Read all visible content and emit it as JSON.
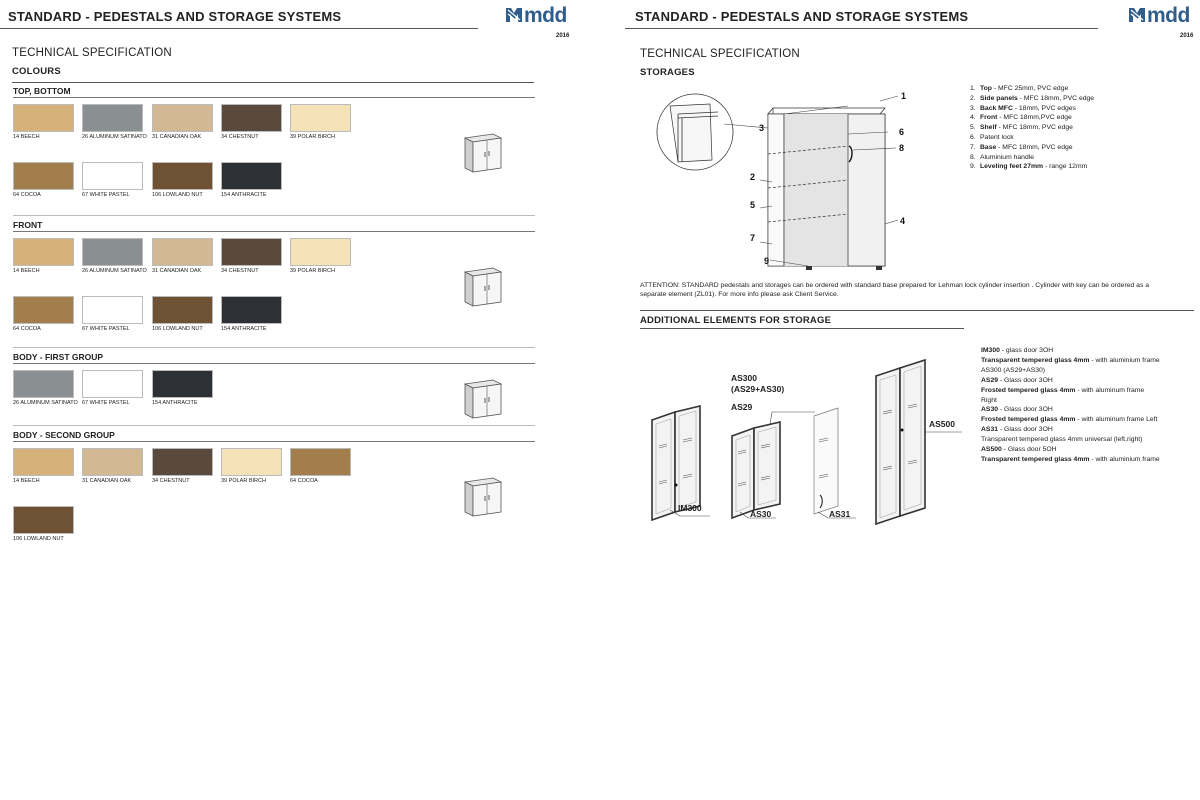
{
  "header": {
    "title": "STANDARD - PEDESTALS AND STORAGE SYSTEMS",
    "logo": "mdd",
    "year": "2016"
  },
  "left": {
    "heading": "TECHNICAL SPECIFICATION",
    "subheading": "COLOURS",
    "sections": [
      {
        "label": "TOP, BOTTOM",
        "swatches": [
          {
            "name": "14 BEECH",
            "color": "#d6b17a"
          },
          {
            "name": "26 ALUMINUM SATINATO",
            "color": "#8a9091"
          },
          {
            "name": "31 CANADIAN OAK",
            "color": "#d2b893"
          },
          {
            "name": "34 CHESTNUT",
            "color": "#5a4a3d"
          },
          {
            "name": "39 POLAR BIRCH",
            "color": "#f5e2b8"
          },
          {
            "name": "64 COCOA",
            "color": "#a27e4c"
          },
          {
            "name": "67 WHITE PASTEL",
            "color": "#ffffff"
          },
          {
            "name": "106 LOWLAND NUT",
            "color": "#6f5134"
          },
          {
            "name": "154 ANTHRACITE",
            "color": "#2d3034"
          }
        ]
      },
      {
        "label": "FRONT",
        "swatches": [
          {
            "name": "14 BEECH",
            "color": "#d6b17a"
          },
          {
            "name": "26 ALUMINUM SATINATO",
            "color": "#8a9091"
          },
          {
            "name": "31 CANADIAN OAK",
            "color": "#d2b893"
          },
          {
            "name": "34 CHESTNUT",
            "color": "#5a4a3d"
          },
          {
            "name": "39 POLAR BIRCH",
            "color": "#f5e2b8"
          },
          {
            "name": "64 COCOA",
            "color": "#a27e4c"
          },
          {
            "name": "67 WHITE PASTEL",
            "color": "#ffffff"
          },
          {
            "name": "106 LOWLAND NUT",
            "color": "#6f5134"
          },
          {
            "name": "154 ANTHRACITE",
            "color": "#2d3034"
          }
        ]
      },
      {
        "label": "BODY - FIRST GROUP",
        "swatches": [
          {
            "name": "26 ALUMINUM SATINATO",
            "color": "#8a9091"
          },
          {
            "name": "67 WHITE PASTEL",
            "color": "#ffffff"
          },
          {
            "name": "154 ANTHRACITE",
            "color": "#2d3034"
          }
        ]
      },
      {
        "label": "BODY - SECOND GROUP",
        "swatches": [
          {
            "name": "14 BEECH",
            "color": "#d6b17a"
          },
          {
            "name": "31 CANADIAN OAK",
            "color": "#d2b893"
          },
          {
            "name": "34 CHESTNUT",
            "color": "#5a4a3d"
          },
          {
            "name": "39 POLAR BIRCH",
            "color": "#f5e2b8"
          },
          {
            "name": "64 COCOA",
            "color": "#a27e4c"
          },
          {
            "name": "106 LOWLAND NUT",
            "color": "#6f5134"
          }
        ]
      }
    ]
  },
  "right": {
    "heading": "TECHNICAL SPECIFICATION",
    "subheading": "STORAGES",
    "diagram_numbers": [
      "1",
      "2",
      "3",
      "4",
      "5",
      "6",
      "7",
      "8",
      "9"
    ],
    "specs": [
      {
        "num": "1.",
        "bold": "Top",
        "text": " - MFC 25mm, PVC edge"
      },
      {
        "num": "2.",
        "bold": "Side panels",
        "text": " - MFC 18mm, PVC edge"
      },
      {
        "num": "3.",
        "bold": "Back MFC",
        "text": " - 18mm, PVC edges"
      },
      {
        "num": "4.",
        "bold": "Front",
        "text": " - MFC 18mm,PVC edge"
      },
      {
        "num": "5.",
        "bold": "Shelf",
        "text": " - MFC 18mm, PVC edge"
      },
      {
        "num": "6.",
        "bold": "",
        "text": "Patent lock"
      },
      {
        "num": "7.",
        "bold": "Base",
        "text": " - MFC 18mm, PVC edge"
      },
      {
        "num": "8.",
        "bold": "",
        "text": "Aluminium handle"
      },
      {
        "num": "9.",
        "bold": "Leveling feet 27mm",
        "text": " - range 12mm"
      }
    ],
    "attention": "ATTENTION: STANDARD pedestals and storages can be ordered with standard base prepared for Lehman lock cylinder insertion . Cylinder with key can be ordered as a separate element (ZL01). For more info please ask Client Service.",
    "additional_heading": "ADDITIONAL ELEMENTS FOR STORAGE",
    "callouts": {
      "im300": "IM300",
      "as300": "AS300",
      "as300_sub": "(AS29+AS30)",
      "as29": "AS29",
      "as30": "AS30",
      "as31": "AS31",
      "as500": "AS500"
    },
    "additional": [
      {
        "bold": "IM300",
        "text": " - glass door 3OH"
      },
      {
        "bold": "Transparent tempered glass 4mm",
        "text": " - with aluminium frame"
      },
      {
        "bold": "",
        "text": "AS300 (AS29+AS30)"
      },
      {
        "bold": "AS29",
        "text": " - Glass door 3OH"
      },
      {
        "bold": "Frosted tempered glass 4mm",
        "text": " - with aluminum frame Right"
      },
      {
        "bold": "AS30",
        "text": " - Glass door 3OH"
      },
      {
        "bold": "Frosted tempered glass 4mm",
        "text": " - with aluminum frame Left"
      },
      {
        "bold": "AS31",
        "text": " - Glass door 3OH"
      },
      {
        "bold": "",
        "text": "Transparent tempered glass 4mm universal (left,right)"
      },
      {
        "bold": "AS500",
        "text": " - Glass door 5OH"
      },
      {
        "bold": "Transparent tempered glass 4mm",
        "text": " - with aluminium frame"
      }
    ]
  }
}
